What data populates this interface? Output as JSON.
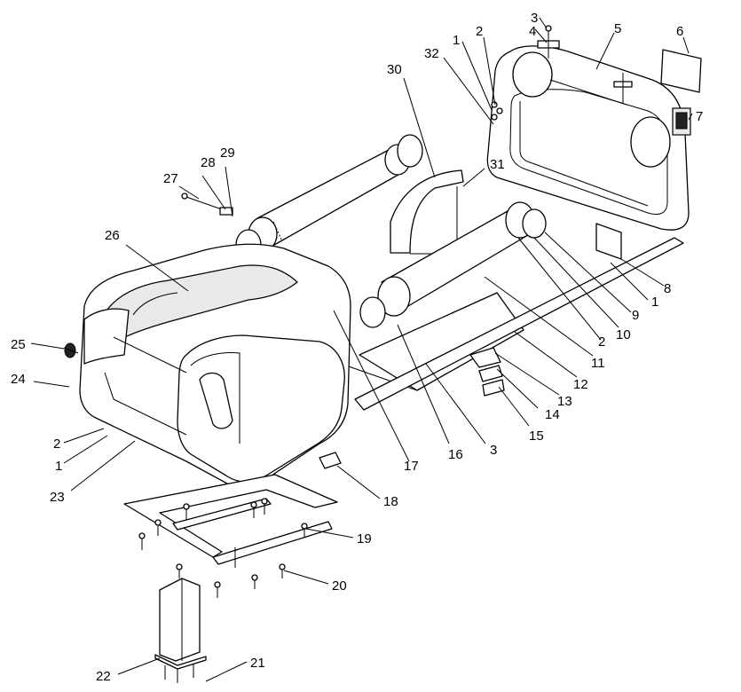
{
  "diagram": {
    "callouts": [
      "1",
      "2",
      "3",
      "4",
      "5",
      "6",
      "7",
      "8",
      "9",
      "10",
      "11",
      "12",
      "13",
      "14",
      "15",
      "16",
      "17",
      "18",
      "19",
      "20",
      "21",
      "22",
      "23",
      "24",
      "25",
      "26",
      "27",
      "28",
      "29",
      "30",
      "31",
      "32"
    ],
    "extra_callouts": {
      "callout_1b": "1",
      "callout_1c": "1",
      "callout_2b": "2",
      "callout_2c": "2",
      "callout_3b": "3"
    }
  }
}
